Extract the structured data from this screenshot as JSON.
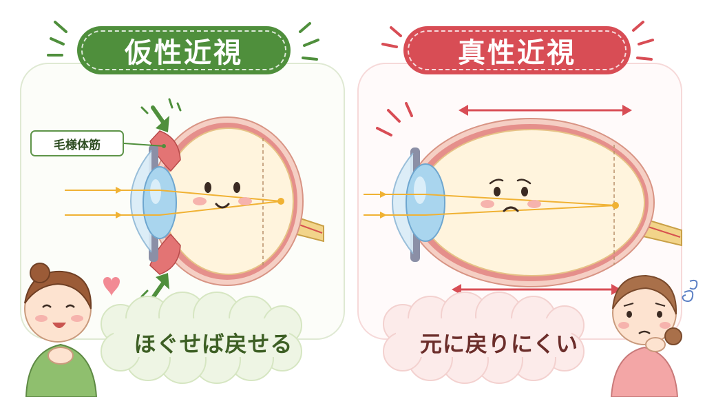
{
  "left_panel": {
    "title": "仮性近視",
    "muscle_label": "毛様体筋",
    "caption": "ほぐせば戻せる",
    "accent": "#4f8f3c"
  },
  "right_panel": {
    "title": "真性近視",
    "caption": "元に戻りにくい",
    "accent": "#d84d55"
  },
  "icons": [
    "heart-icon",
    "worry-swirl-icon"
  ]
}
